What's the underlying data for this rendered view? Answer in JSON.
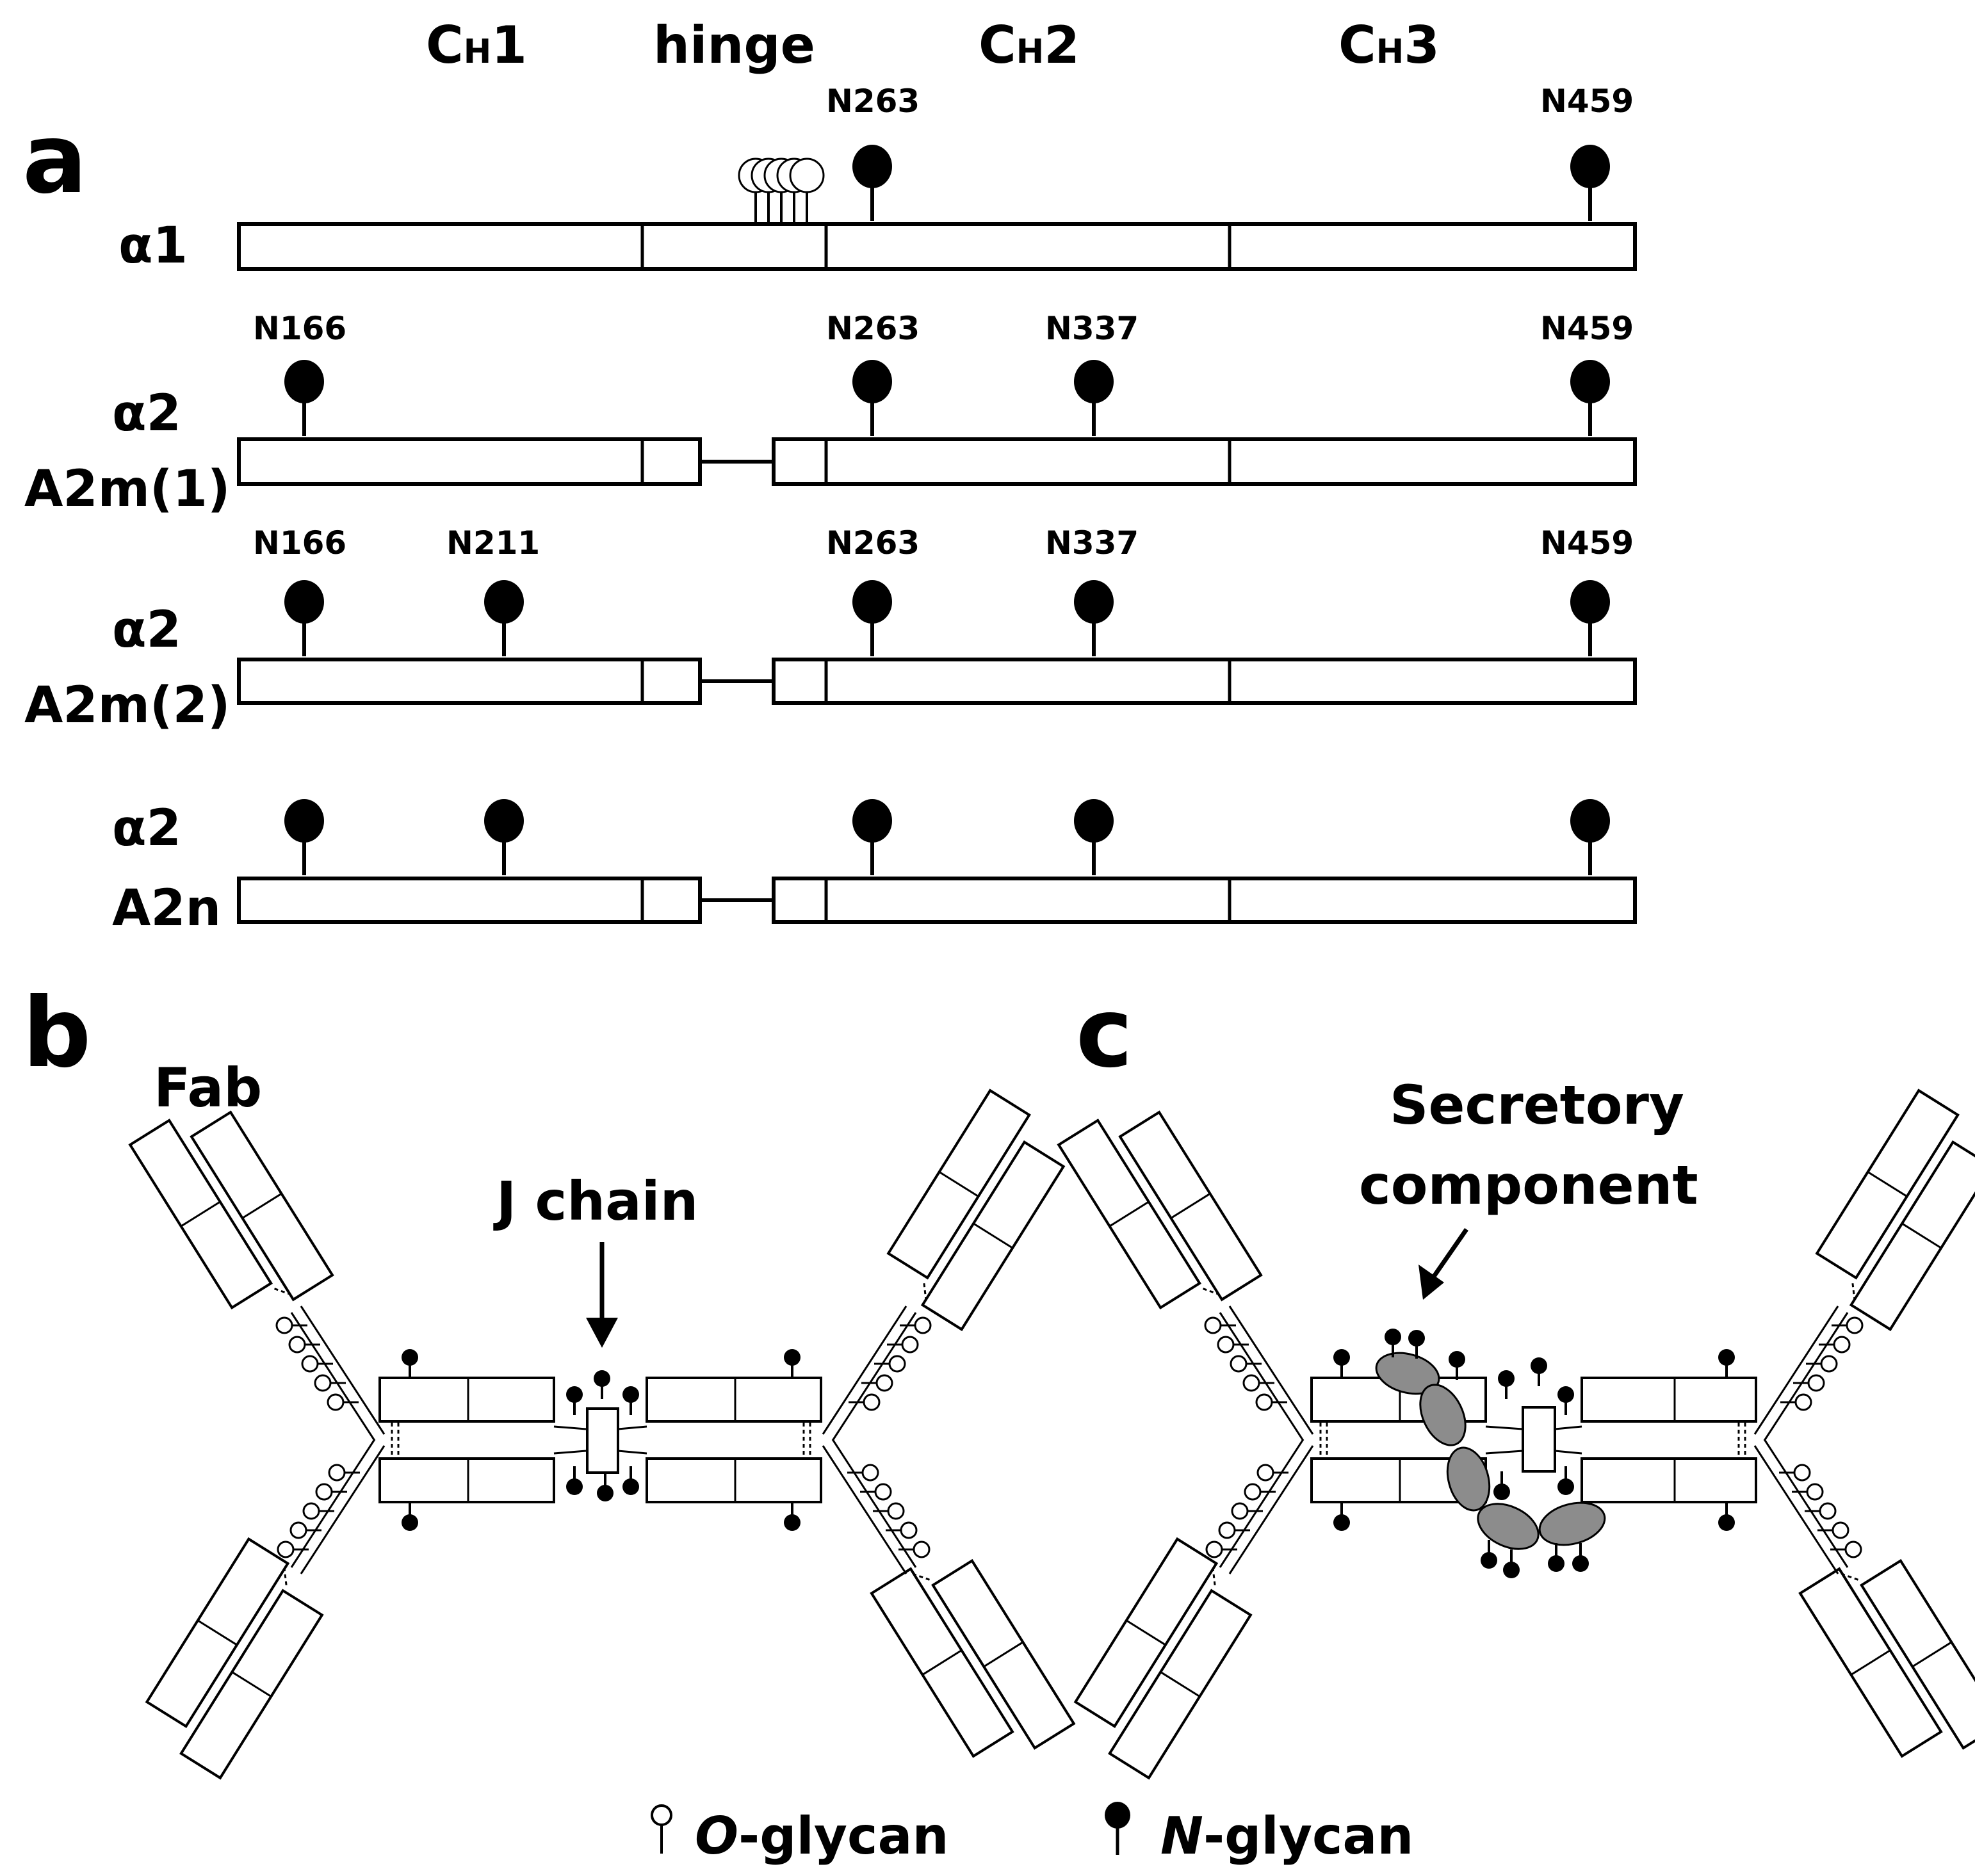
{
  "domains": {
    "ch1": {
      "main": "C",
      "sub": "H",
      "num": "1"
    },
    "hinge": "hinge",
    "ch2": {
      "main": "C",
      "sub": "H",
      "num": "2"
    },
    "ch3": {
      "main": "C",
      "sub": "H",
      "num": "3"
    }
  },
  "panel_labels": {
    "a": "a",
    "b": "b",
    "c": "c"
  },
  "chains": [
    {
      "name": "α1",
      "allotype": "",
      "sites": [
        "N263",
        "N459"
      ]
    },
    {
      "name": "α2",
      "allotype": "A2m(1)",
      "sites": [
        "N166",
        "N263",
        "N337",
        "N459"
      ]
    },
    {
      "name": "α2",
      "allotype": "A2m(2)",
      "sites": [
        "N166",
        "N211",
        "N263",
        "N337",
        "N459"
      ]
    },
    {
      "name": "α2",
      "allotype": "A2n",
      "sites": []
    }
  ],
  "labels": {
    "fab": "Fab",
    "j_chain": "J chain",
    "secretory_line1": "Secretory",
    "secretory_line2": "component"
  },
  "legend": {
    "o_italic": "O",
    "o_rest": "-glycan",
    "n_italic": "N",
    "n_rest": "-glycan"
  },
  "colors": {
    "ink": "#000000",
    "secretory_component": "#8c8c8c"
  }
}
